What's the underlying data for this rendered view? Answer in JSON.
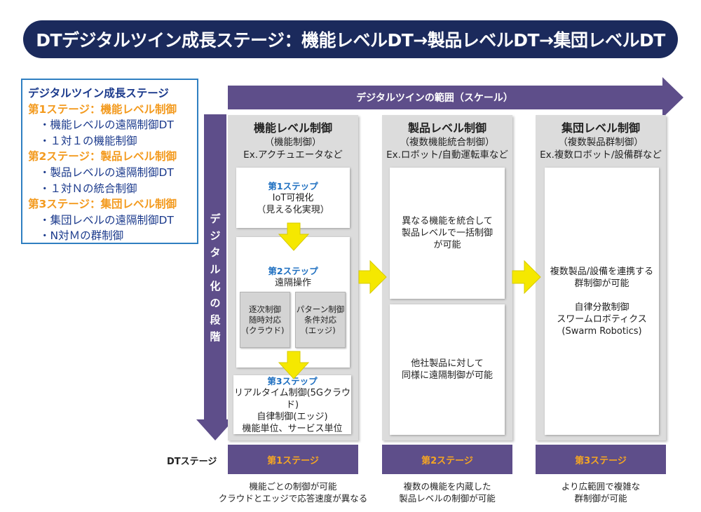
{
  "title": "DTデジタルツイン成長ステージ：機能レベルDT→製品レベルDT→集団レベルDT",
  "legend": {
    "heading": "デジタルツイン成長ステージ",
    "stage1": "第1ステージ：機能レベル制御",
    "stage1_items": [
      "・機能レベルの遠隔制御DT",
      "・１対１の機能制御"
    ],
    "stage2": "第2ステージ：製品レベル制御",
    "stage2_items": [
      "・製品レベルの遠隔制御DT",
      "・１対Ｎの統合制御"
    ],
    "stage3": "第3ステージ：集団レベル制御",
    "stage3_items": [
      "・集団レベルの遠隔制御DT",
      "・N対Ｍの群制御"
    ]
  },
  "scope_arrow": "デジタルツインの範囲（スケール）",
  "vertical_arrow": [
    "デ",
    "ジ",
    "タ",
    "ル",
    "化",
    "の",
    "段",
    "階"
  ],
  "columns": [
    {
      "title": "機能レベル制御",
      "sub1": "（機能制御）",
      "sub2": "Ex.アクチュエータなど"
    },
    {
      "title": "製品レベル制御",
      "sub1": "（複数機能統合制御）",
      "sub2": "Ex.ロボット/自動運転車など"
    },
    {
      "title": "集団レベル制御",
      "sub1": "（複数製品群制御）",
      "sub2": "Ex.複数ロボット/設備群など"
    }
  ],
  "steps": {
    "step1": {
      "label": "第1ステップ",
      "lines": [
        "IoT可視化",
        "（見える化実現）"
      ]
    },
    "step2": {
      "label": "第2ステップ",
      "lines": [
        "遠隔操作"
      ],
      "sub_a": [
        "逐次制御",
        "随時対応",
        "(クラウド)"
      ],
      "sub_b": [
        "パターン制御",
        "条件対応",
        "(エッジ)"
      ]
    },
    "step3": {
      "label": "第3ステップ",
      "lines": [
        "リアルタイム制御(5Gクラウド)",
        "自律制御(エッジ)",
        "機能単位、サービス単位"
      ]
    }
  },
  "product_boxes": [
    [
      "異なる機能を統合して",
      "製品レベルで一括制御",
      "が可能"
    ],
    [
      "他社製品に対して",
      "同様に遠隔制御が可能"
    ]
  ],
  "group_box": [
    "複数製品/設備を連携する",
    "群制御が可能",
    "",
    "自律分散制御",
    "スワームロボティクス",
    "(Swarm Robotics)"
  ],
  "dt_label": "DTステージ",
  "stages": [
    "第1ステージ",
    "第2ステージ",
    "第3ステージ"
  ],
  "footers": [
    [
      "機能ごとの制御が可能",
      "クラウドとエッジで応答速度が異なる"
    ],
    [
      "複数の機能を内蔵した",
      "製品レベルの制御が可能"
    ],
    [
      "より広範囲で複雑な",
      "群制御が可能"
    ]
  ],
  "colors": {
    "title_bg": "#1b2a5c",
    "arrow_purple": "#5e4e8a",
    "stage_text": "#f5a623",
    "step_blue": "#1e6fc0",
    "yellow_arrow": "#f5e800",
    "legend_border": "#2f7fc1"
  }
}
